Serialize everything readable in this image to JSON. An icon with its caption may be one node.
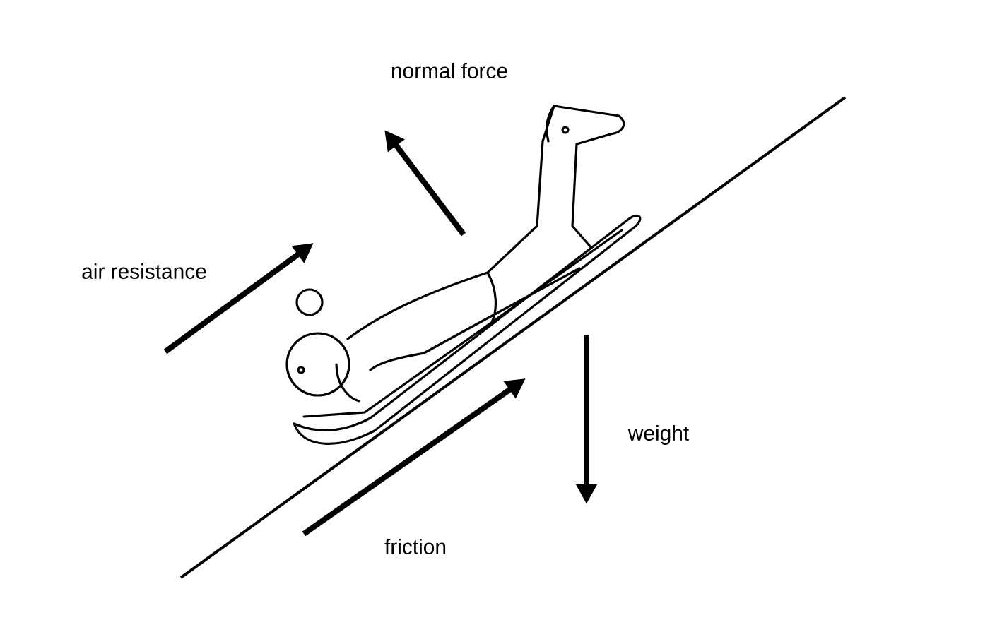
{
  "diagram": {
    "labels": [
      "normal force",
      "air resistance",
      "weight",
      "friction"
    ]
  }
}
